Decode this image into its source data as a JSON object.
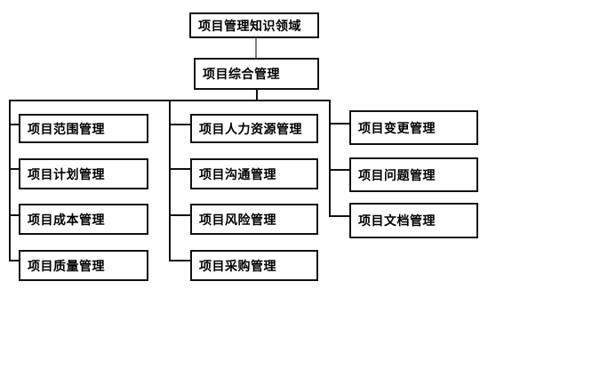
{
  "diagram": {
    "title_node": "项目管理知识领域",
    "integration_node": "项目综合管理",
    "columns": [
      {
        "name": "left",
        "nodes": [
          "项目范围管理",
          "项目计划管理",
          "项目成本管理",
          "项目质量管理"
        ]
      },
      {
        "name": "middle",
        "nodes": [
          "项目人力资源管理",
          "项目沟通管理",
          "项目风险管理",
          "项目采购管理"
        ]
      },
      {
        "name": "right",
        "nodes": [
          "项目变更管理",
          "项目问题管理",
          "项目文档管理"
        ]
      }
    ]
  },
  "colors": {
    "background": "#ffffff",
    "box_background": "#ffffff",
    "box_border": "#111111",
    "line": "#111111",
    "top_connector_gray": "#808080",
    "text": "#000000"
  }
}
